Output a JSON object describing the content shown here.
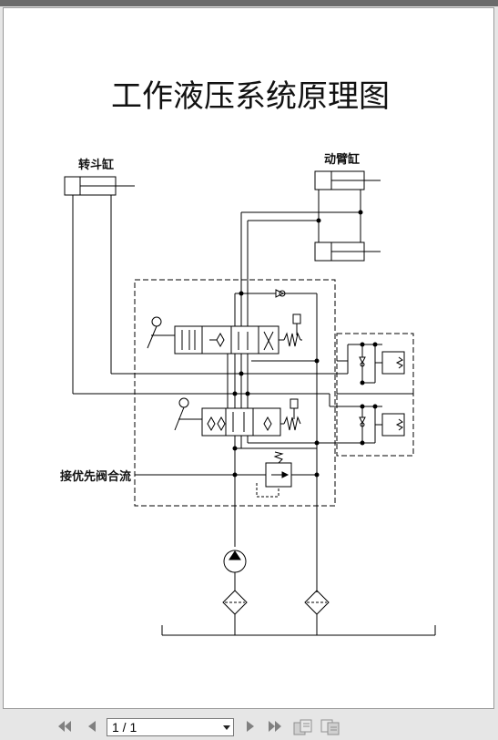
{
  "document": {
    "title": "工作液压系统原理图",
    "labels": {
      "bucket_cylinder": "转斗缸",
      "boom_cylinder": "动臂缸",
      "priority_valve": "接优先阀合流"
    }
  },
  "viewer": {
    "page_indicator": "1 / 1",
    "buttons": [
      "first-page",
      "previous-page",
      "next-page",
      "last-page",
      "fit-page",
      "fit-width"
    ]
  },
  "colors": {
    "line": "#000000",
    "toolbar": "#e6e6e6",
    "icon": "#808080"
  }
}
